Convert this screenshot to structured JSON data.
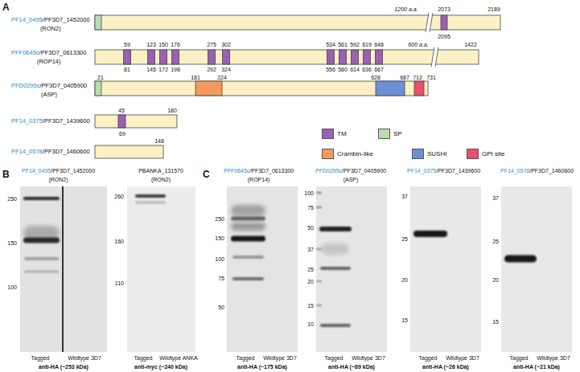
{
  "diagram": {
    "labels": [
      "A",
      "PF14_0495",
      "/PF3D7_1452000",
      "(RON2)",
      "1200 a.a.",
      "2073",
      "2095",
      "2189",
      "PFF0645c",
      "/PF3D7_0613300",
      "(ROP14)",
      "59",
      "123",
      "150",
      "176",
      "275",
      "302",
      "534",
      "561",
      "592",
      "619",
      "648",
      "81",
      "145",
      "172",
      "198",
      "292",
      "324",
      "556",
      "580",
      "614",
      "636",
      "667",
      "600 a.a.",
      "1422",
      "PFD0295c",
      "/PF3D7_0405900",
      "(ASP)",
      "21",
      "181",
      "224",
      "628",
      "687",
      "712",
      "731",
      "PF14_0375",
      "/PF3D7_1439600",
      "45",
      "69",
      "180",
      "PF14_0578",
      "/PF3D7_1460600",
      "148",
      "B",
      "PF14_0495",
      "/PF3D7_1452000",
      "(RON2)",
      "PBANKA_131570",
      "(RON2)",
      "250",
      "150",
      "100",
      "Tagged",
      "Wildtype 3D7",
      "anti-HA (~253 kDa)",
      "260",
      "160",
      "110",
      "Tagged",
      "Wildtype ANKA",
      "anti-myc (~240 kDa)",
      "C",
      "PFF0645c",
      "/PF3D7_0613300",
      "(ROP14)",
      "250",
      "150",
      "100",
      "75",
      "50",
      "Tagged",
      "Wildtype 3D7",
      "anti-HA (~175 kDa)",
      "PFD0295c",
      "/PF3D7_0405900",
      "(ASP)",
      "100",
      "75",
      "50",
      "37",
      "25",
      "20",
      "15",
      "10",
      "Tagged",
      "Wildtype 3D7",
      "anti-HA (~89 kDa)",
      "PF14_0375",
      "/PF3D7_1439600",
      "37",
      "25",
      "20",
      "15",
      "Tagged",
      "Wildtype 3D7",
      "anti-HA (~26 kDa)",
      "PF14_0578",
      "/PF3D7_1460600",
      "37",
      "25",
      "20",
      "15",
      "Tagged",
      "Wildtype 3D7",
      "anti-HA (~21 kDa)"
    ],
    "legend": [
      {
        "text": "TM",
        "color": "#9b5fb5"
      },
      {
        "text": "SP",
        "color": "#b7deb0"
      },
      {
        "text": "Crambin-like",
        "color": "#f39a5c"
      },
      {
        "text": "SUSHI",
        "color": "#6d8fd8"
      },
      {
        "text": "GPI site",
        "color": "#e8506e"
      }
    ]
  }
}
